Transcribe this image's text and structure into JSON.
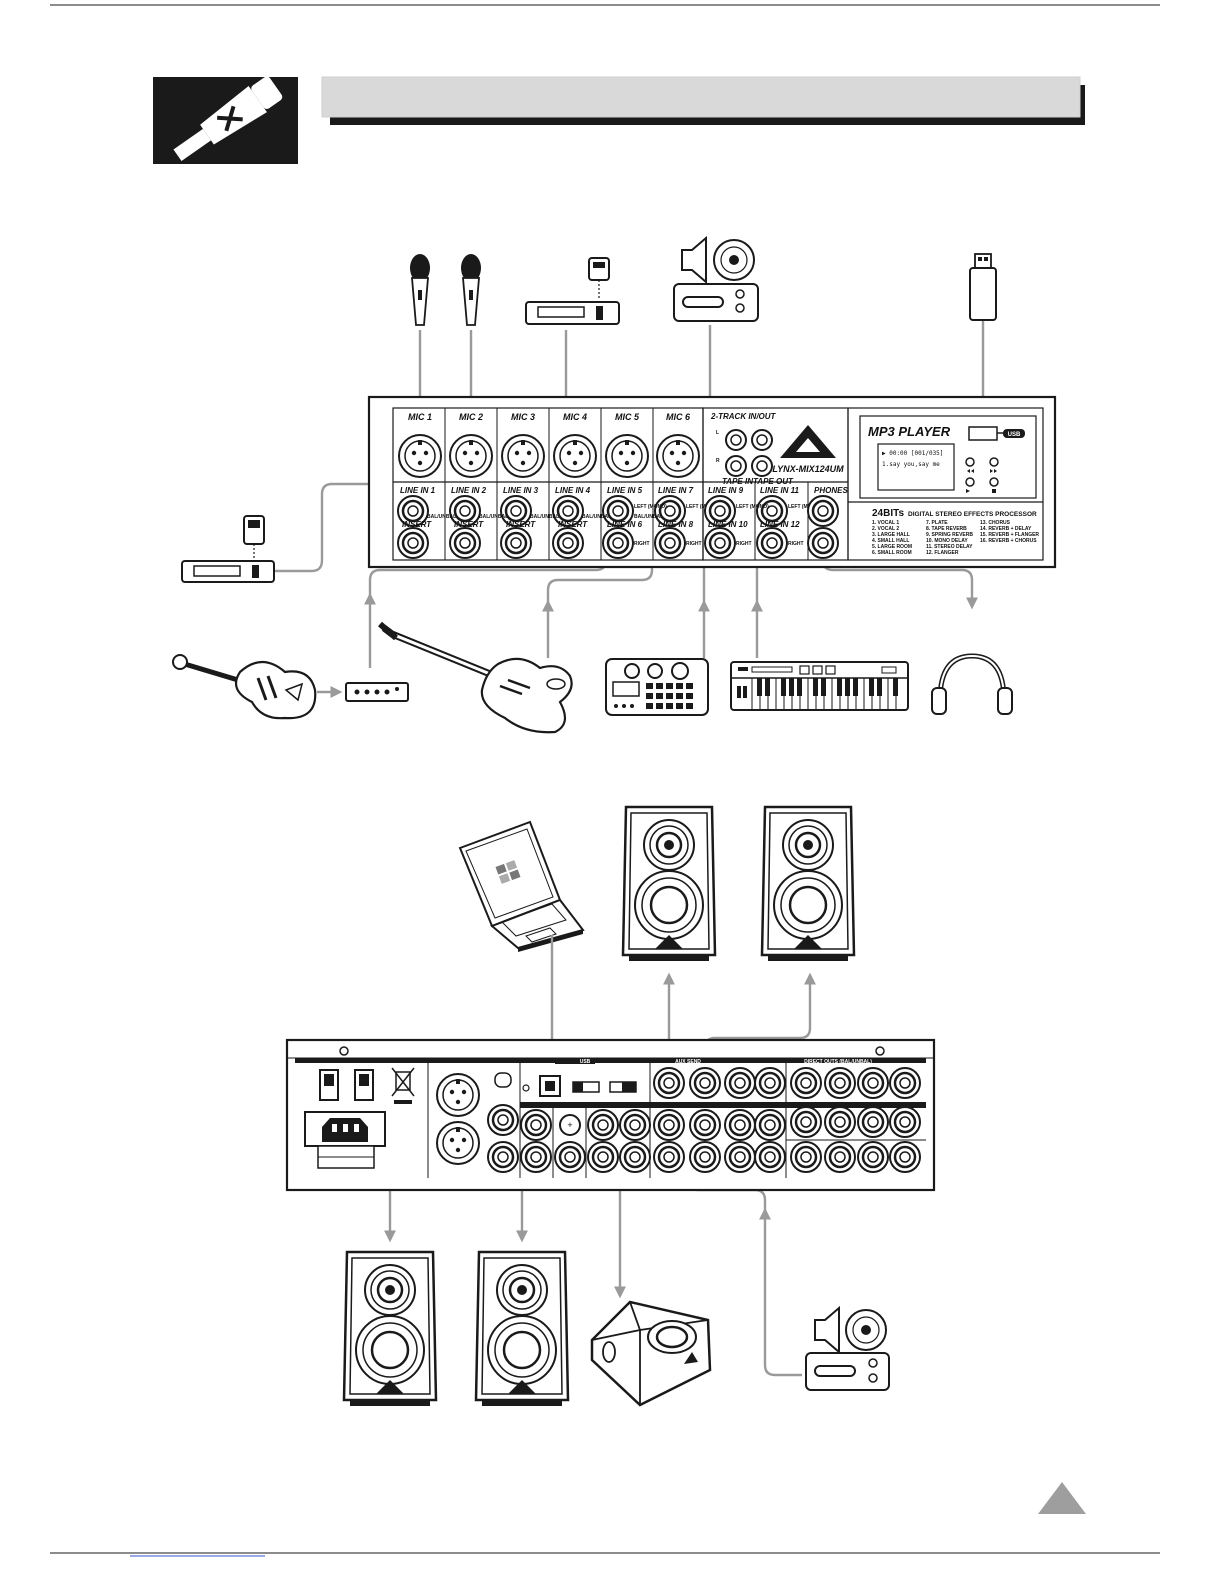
{
  "header": {
    "title_bar_text": "",
    "icon": "microphone-plug-icon"
  },
  "mixer_top": {
    "channels": [
      "MIC 1",
      "MIC 2",
      "MIC 3",
      "MIC 4",
      "MIC 5",
      "MIC 6"
    ],
    "line_in_odd": [
      "LINE IN 1",
      "LINE IN 2",
      "LINE IN 3",
      "LINE IN 4",
      "LINE IN 5",
      "LINE IN 7"
    ],
    "line_in_even": [
      "LINE IN 6",
      "LINE IN 8"
    ],
    "insert_label": "INSERT",
    "bal_unbal": "BAL/UNBAL",
    "left_mono": "LEFT (MONO)",
    "right": "RIGHT",
    "two_track": "2-TRACK IN/OUT",
    "tape_in": "TAPE IN",
    "tape_out": "TAPE OUT",
    "channel_l": "L",
    "channel_r": "R",
    "brand": "LYNX-MIX124UM",
    "line_in_stereo": [
      "LINE IN 9",
      "LINE IN 10",
      "LINE IN 11",
      "LINE IN 12"
    ],
    "phones": "PHONES",
    "mp3": {
      "title": "MP3 PLAYER",
      "usb_badge": "USB",
      "display_line1": "▶ 00:00 [001/035]",
      "display_line2": "1.say you,say me"
    },
    "effects": {
      "title_bits": "24BITs",
      "title_rest": "DIGITAL STEREO EFFECTS PROCESSOR",
      "list": [
        "1. VOCAL 1",
        "2. VOCAL 2",
        "3. LARGE HALL",
        "4. SMALL HALL",
        "5. LARGE ROOM",
        "6. SMALL ROOM",
        "7. PLATE",
        "8. TAPE REVERB",
        "9. SPRING REVERB",
        "10. MONO DELAY",
        "11. STEREO DELAY",
        "12. FLANGER",
        "13. CHORUS",
        "14. REVERB + DELAY",
        "15. REVERB + FLANGER",
        "16. REVERB + CHORUS"
      ]
    }
  },
  "mixer_rear": {
    "usb": "USB",
    "aux_send": "AUX SEND",
    "direct_outs": "DIRECT OUTS (BAL/UNBAL)"
  },
  "colors": {
    "cable": "#9a9a9a",
    "ink": "#1a1a1a",
    "title_bar": "#d9d9d9"
  },
  "footer": {
    "page_marker": "triangle-icon"
  }
}
